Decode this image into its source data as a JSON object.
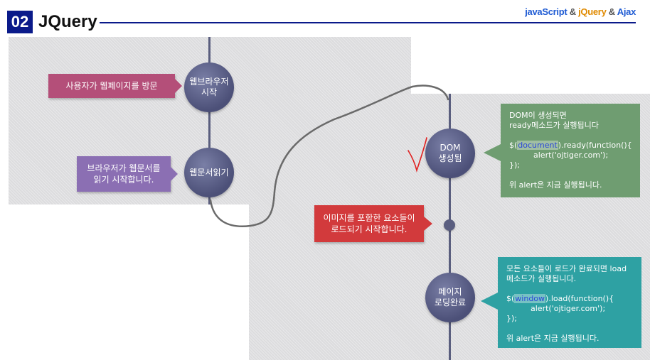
{
  "header": {
    "number": "02",
    "title": "JQuery",
    "right": {
      "javascript": "javaScript",
      "amp1": " & ",
      "jquery": "jQuery",
      "amp2": " & ",
      "ajax": "Ajax"
    }
  },
  "nodes": {
    "browser_start": "웹브라우저\n시작",
    "read_doc": "웹문서읽기",
    "dom_created": "DOM\n생성됨",
    "page_loaded": "페이지\n로딩완료"
  },
  "callouts": {
    "user_visit": "사용자가 웹페이지를 방문",
    "browser_read": "브라우저가 웹문서를\n읽기 시작합니다.",
    "image_load": "이미지를 포함한 요소들이\n로드되기 시작합니다."
  },
  "ready_box": {
    "line1": "DOM이 생성되면",
    "line2": "ready메소드가 실행됩니다",
    "code_prefix": "$(",
    "code_keyword": "document",
    "code_suffix": ").ready(function(){",
    "code_body": "alert('ojtiger.com');",
    "code_close": "});",
    "note": "위 alert은 지금 실행됩니다."
  },
  "load_box": {
    "line1": "모든 요소들이 로드가 완료되면 load",
    "line2": "메소드가 실행됩니다.",
    "code_prefix": "$(",
    "code_keyword": "window",
    "code_suffix": ").load(function(){",
    "code_body": "alert('ojtiger.com');",
    "code_close": "});",
    "note": "위 alert은 지금 실행됩니다."
  },
  "colors": {
    "header_blue": "#0a1a8a",
    "node": "#5a5e80",
    "pink": "#b44f79",
    "violet": "#8b6fb3",
    "red": "#d23a3c",
    "green": "#6f9d71",
    "teal": "#2ea1a3",
    "check_mark": "#e02020"
  }
}
